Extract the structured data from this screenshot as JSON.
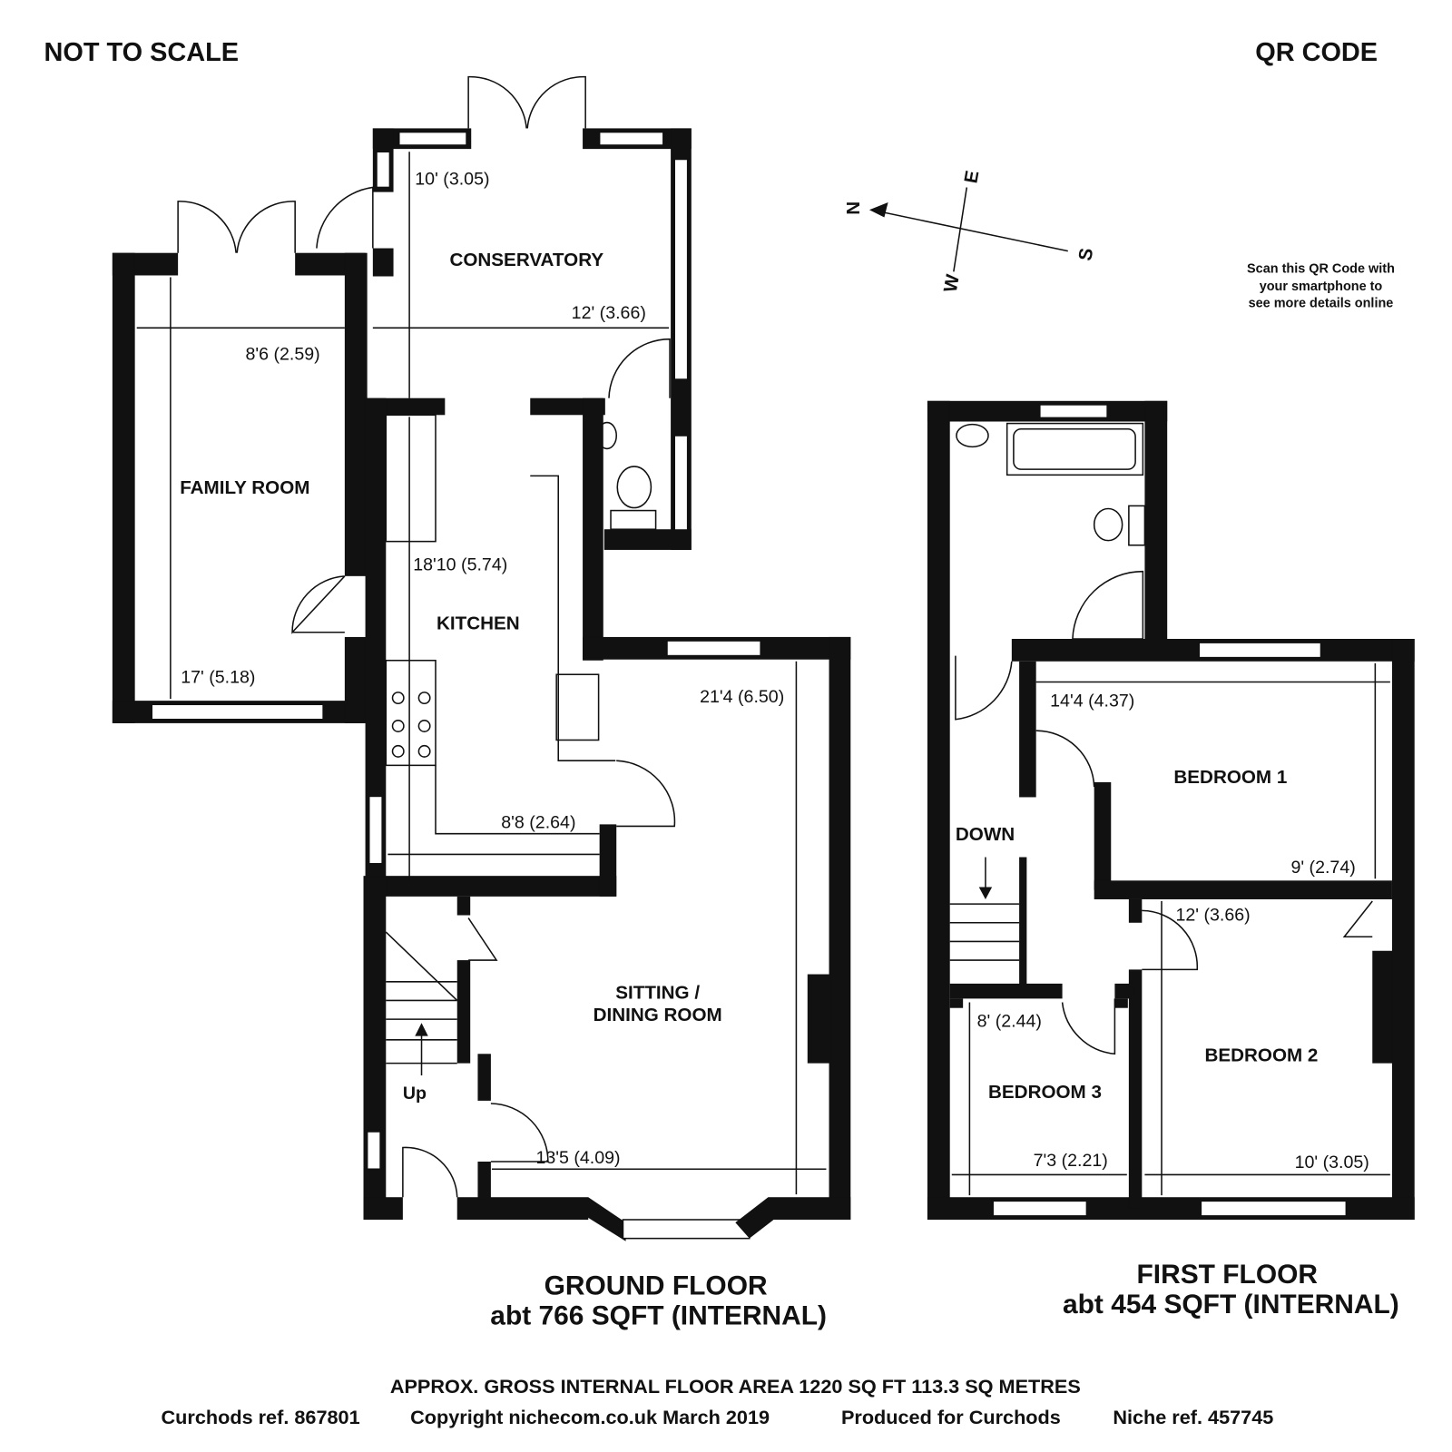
{
  "header": {
    "not_to_scale": "NOT TO SCALE",
    "qr_code": "QR CODE"
  },
  "qr": {
    "line1": "Scan this QR Code with",
    "line2": "your smartphone to",
    "line3": "see more details online"
  },
  "compass": {
    "n": "N",
    "e": "E",
    "s": "S",
    "w": "W"
  },
  "ground_floor": {
    "title": "GROUND FLOOR",
    "area": "abt 766 SQFT (INTERNAL)",
    "rooms": {
      "conservatory": "CONSERVATORY",
      "family_room": "FAMILY ROOM",
      "kitchen": "KITCHEN",
      "sitting_1": "SITTING /",
      "sitting_2": "DINING ROOM",
      "up": "Up"
    },
    "dims": {
      "cons_h": "10' (3.05)",
      "cons_w": "12' (3.66)",
      "fam_w": "8'6 (2.59)",
      "fam_h": "17' (5.18)",
      "kit_h": "18'10 (5.74)",
      "kit_w": "8'8 (2.64)",
      "sit_h": "21'4 (6.50)",
      "sit_w": "13'5 (4.09)"
    }
  },
  "first_floor": {
    "title": "FIRST FLOOR",
    "area": "abt 454 SQFT (INTERNAL)",
    "rooms": {
      "bed1": "BEDROOM 1",
      "bed2": "BEDROOM 2",
      "bed3": "BEDROOM 3",
      "down": "DOWN"
    },
    "dims": {
      "bed1_w": "14'4 (4.37)",
      "bed1_h": "9' (2.74)",
      "bed2_h": "12' (3.66)",
      "bed2_w": "10' (3.05)",
      "bed3_h": "8' (2.44)",
      "bed3_w": "7'3 (2.21)"
    }
  },
  "footer": {
    "gross": "APPROX. GROSS INTERNAL FLOOR AREA 1220 SQ FT 113.3 SQ METRES",
    "ref1": "Curchods ref. 867801",
    "copyright": "Copyright nichecom.co.uk March 2019",
    "produced": "Produced for Curchods",
    "ref2": "Niche ref. 457745"
  }
}
